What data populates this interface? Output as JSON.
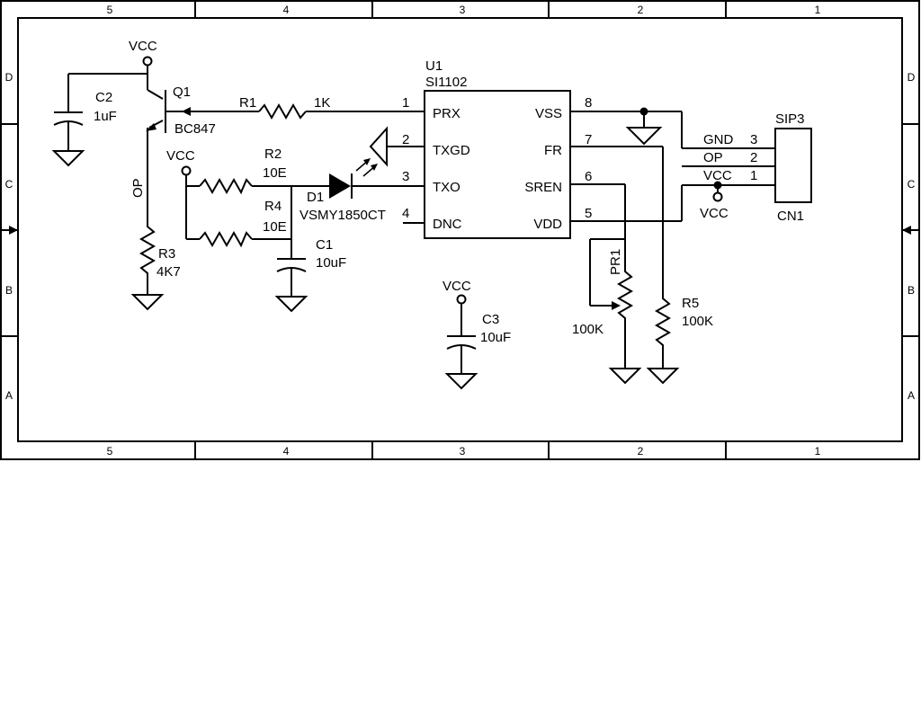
{
  "frame": {
    "columns": [
      "5",
      "4",
      "3",
      "2",
      "1"
    ],
    "rows": [
      "D",
      "C",
      "B",
      "A"
    ]
  },
  "components": {
    "vcc_q1": "VCC",
    "q1_ref": "Q1",
    "q1_part": "BC847",
    "c2_ref": "C2",
    "c2_value": "1uF",
    "r1_ref": "R1",
    "r1_value": "1K",
    "op_net": "OP",
    "r3_ref": "R3",
    "r3_value": "4K7",
    "vcc_r2": "VCC",
    "r2_ref": "R2",
    "r2_value": "10E",
    "r4_ref": "R4",
    "r4_value": "10E",
    "d1_ref": "D1",
    "d1_part": "VSMY1850CT",
    "c1_ref": "C1",
    "c1_value": "10uF",
    "vcc_c3": "VCC",
    "c3_ref": "C3",
    "c3_value": "10uF",
    "u1_ref": "U1",
    "u1_part": "SI1102",
    "pr1_ref": "PR1",
    "pr1_value": "100K",
    "r5_ref": "R5",
    "r5_value": "100K",
    "sip3_label": "SIP3",
    "cn1_label": "CN1",
    "vcc_cn1": "VCC"
  },
  "u1_pins": {
    "left": [
      {
        "num": "1",
        "name": "PRX"
      },
      {
        "num": "2",
        "name": "TXGD"
      },
      {
        "num": "3",
        "name": "TXO"
      },
      {
        "num": "4",
        "name": "DNC"
      }
    ],
    "right": [
      {
        "num": "8",
        "name": "VSS"
      },
      {
        "num": "7",
        "name": "FR"
      },
      {
        "num": "6",
        "name": "SREN"
      },
      {
        "num": "5",
        "name": "VDD"
      }
    ]
  },
  "connector_pins": [
    {
      "name": "GND",
      "num": "3"
    },
    {
      "name": "OP",
      "num": "2"
    },
    {
      "name": "VCC",
      "num": "1"
    }
  ]
}
